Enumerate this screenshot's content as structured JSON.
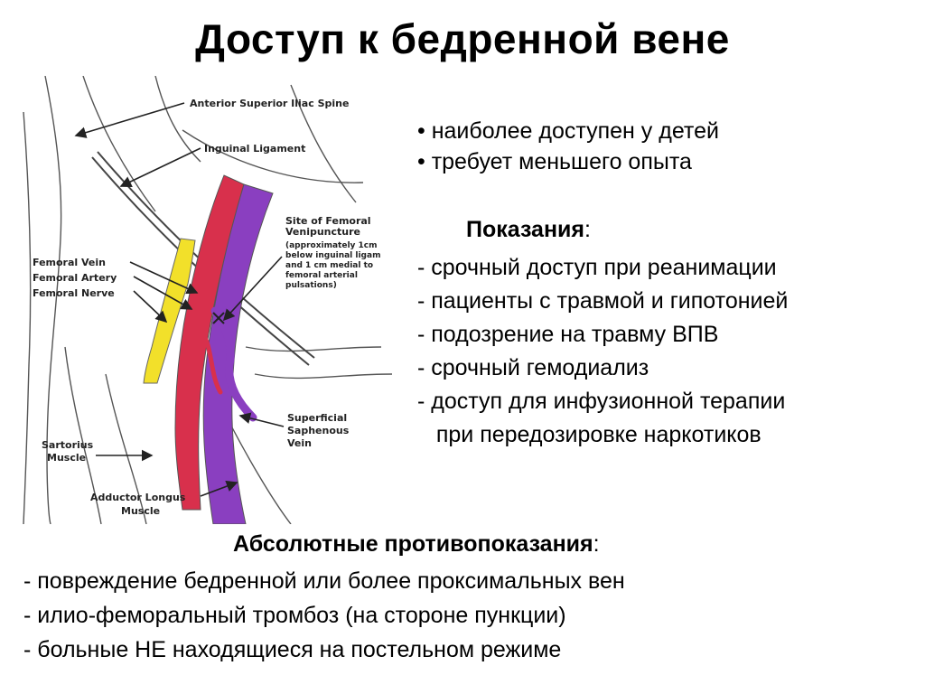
{
  "title": "Доступ к бедренной вене",
  "diagram": {
    "labels": {
      "asis": "Anterior Superior Iliac Spine",
      "inguinal": "Inguinal Ligament",
      "site": [
        "Site of Femoral",
        "Venipuncture",
        "(approximately 1cm",
        "below inguinal ligam",
        "and 1 cm medial to",
        "femoral arterial",
        "pulsations)"
      ],
      "vein": "Femoral Vein",
      "artery": "Femoral Artery",
      "nerve": "Femoral Nerve",
      "saphenous": [
        "Superficial",
        "Saphenous",
        "Vein"
      ],
      "sartorius": [
        "Sartorius",
        "Muscle"
      ],
      "adductor": [
        "Adductor Longus",
        "Muscle"
      ]
    },
    "colors": {
      "vein": "#8a3fc0",
      "artery": "#d8304c",
      "nerve": "#f2e02a"
    }
  },
  "bullets": [
    "• наиболее доступен у детей",
    "• требует меньшего опыта"
  ],
  "indications": {
    "heading": "Показания",
    "colon": ":",
    "items": [
      "- срочный доступ при реанимации",
      "- пациенты с травмой и гипотонией",
      "- подозрение на травму ВПВ",
      "- срочный гемодиализ",
      "- доступ для инфузионной терапии",
      "   при передозировке наркотиков"
    ]
  },
  "contraindications": {
    "heading": "Абсолютные противопоказания",
    "colon": ":",
    "items": [
      "- повреждение бедренной или более проксимальных вен",
      "- илио-феморальный тромбоз (на стороне пункции)",
      "- больные НЕ находящиеся на постельном режиме"
    ]
  }
}
